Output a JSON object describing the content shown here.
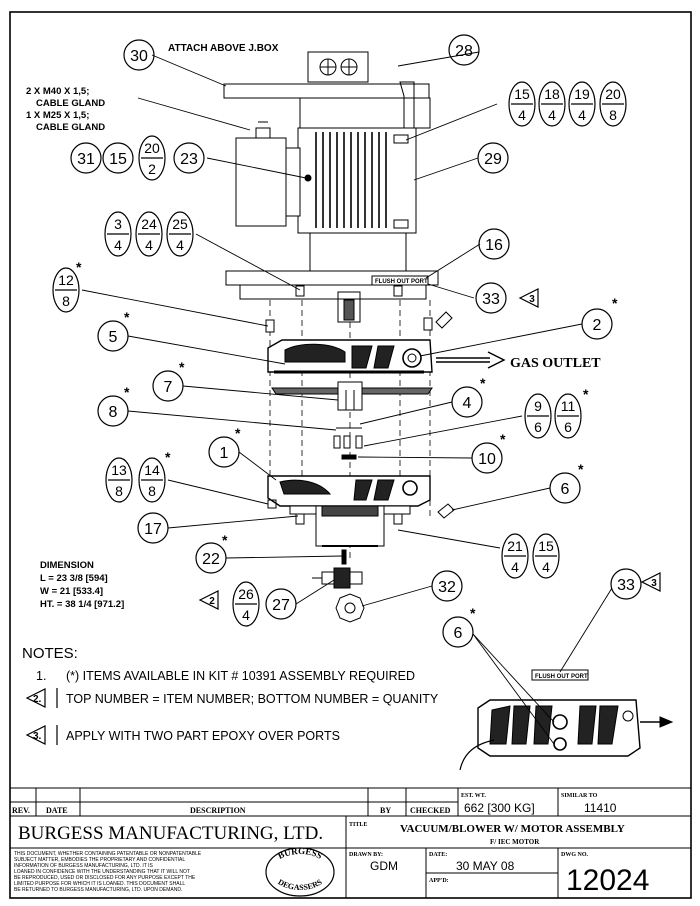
{
  "drawing": {
    "attach_note": "ATTACH ABOVE J.BOX",
    "cable_gland_1": "2 X M40 X 1,5;",
    "cable_gland_1b": "CABLE GLAND",
    "cable_gland_2": "1 X M25 X 1,5;",
    "cable_gland_2b": "CABLE GLAND",
    "flush_out_port": "FLUSH OUT PORT",
    "gas_outlet": "GAS OUTLET",
    "dimension_title": "DIMENSION",
    "dim_l": "L = 23 3/8 [594]",
    "dim_w": "W = 21 [533.4]",
    "dim_ht": "HT. = 38 1/4 [971.2]",
    "asterisk": "*",
    "balloons": {
      "b30": "30",
      "b28": "28",
      "b29": "29",
      "b16": "16",
      "b33": "33",
      "b33b": "33",
      "b31": "31",
      "b15": "15",
      "b23": "23",
      "b2": "2",
      "b5": "5",
      "b7": "7",
      "b4": "4",
      "b8": "8",
      "b10": "10",
      "b1": "1",
      "b6": "6",
      "b6b": "6",
      "b17": "17",
      "b22": "22",
      "b27": "27",
      "b32": "32"
    },
    "stacked": {
      "s15_4": [
        "15",
        "4"
      ],
      "s18_4": [
        "18",
        "4"
      ],
      "s19_4": [
        "19",
        "4"
      ],
      "s20_8": [
        "20",
        "8"
      ],
      "s20_2": [
        "20",
        "2"
      ],
      "s3_4": [
        "3",
        "4"
      ],
      "s24_4": [
        "24",
        "4"
      ],
      "s25_4": [
        "25",
        "4"
      ],
      "s12_8": [
        "12",
        "8"
      ],
      "s9_6": [
        "9",
        "6"
      ],
      "s11_6": [
        "11",
        "6"
      ],
      "s13_8": [
        "13",
        "8"
      ],
      "s14_8": [
        "14",
        "8"
      ],
      "s21_4": [
        "21",
        "4"
      ],
      "s15_4b": [
        "15",
        "4"
      ],
      "s26_4": [
        "26",
        "4"
      ]
    },
    "flags": {
      "f3": "3",
      "f2": "2",
      "f3b": "3"
    }
  },
  "notes": {
    "title": "NOTES:",
    "n1_num": "1.",
    "n1": "(*) ITEMS AVAILABLE IN KIT # 10391 ASSEMBLY REQUIRED",
    "n2_num": "2.",
    "n2": "TOP NUMBER = ITEM NUMBER; BOTTOM NUMBER = QUANITY",
    "n3_num": "3.",
    "n3": "APPLY WITH TWO PART EPOXY OVER PORTS"
  },
  "title_block": {
    "rev": "REV.",
    "date": "DATE",
    "description": "DESCRIPTION",
    "by": "BY",
    "checked": "CHECKED",
    "est_wt_label": "EST. WT.",
    "est_wt": "662 [300 KG]",
    "similar_to_label": "SIMILAR TO",
    "similar_to": "11410",
    "company": "BURGESS MANUFACTURING, LTD.",
    "title_label": "TITLE",
    "title_1": "VACUUM/BLOWER W/ MOTOR ASSEMBLY",
    "title_2": "F/ IEC MOTOR",
    "drawn_by_label": "DRAWN BY:",
    "drawn_by": "GDM",
    "date_label": "DATE:",
    "date_value": "30 MAY 08",
    "appd_label": "APP'D:",
    "dwg_no_label": "DWG NO.",
    "dwg_no": "12024",
    "logo_top": "BURGESS",
    "logo_bottom": "DEGASSERS",
    "confidential": [
      "THIS DOCUMENT, WHETHER CONTAINING PATENTABLE OR NONPATENTABLE",
      "SUBJECT MATTER, EMBODIES THE PROPRIETARY AND CONFIDENTIAL",
      "INFORMATION OF BURGESS MANUFACTURING, LTD. IT IS",
      "LOANED IN CONFIDENCE WITH THE UNDERSTANDING THAT IT WILL NOT",
      "BE REPRODUCED, USED OR DISCLOSED FOR ANY PURPOSE EXCEPT THE",
      "LIMITED PURPOSE FOR WHICH IT IS LOANED. THIS DOCUMENT SHALL",
      "BE RETURNED TO BURGESS MANUFACTURING, LTD. UPON DEMAND."
    ]
  }
}
